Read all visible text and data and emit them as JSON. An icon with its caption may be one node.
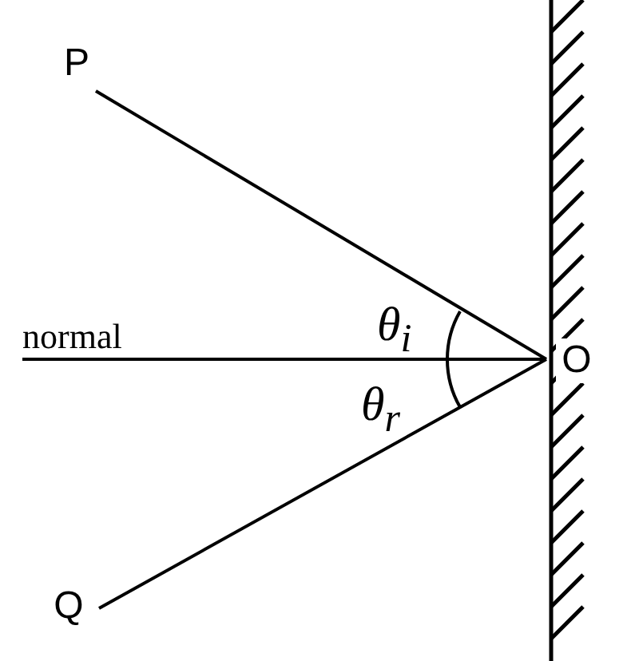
{
  "diagram": {
    "nodes": [
      {
        "text": [
          "P"
        ]
      },
      {
        "text": [
          "O"
        ]
      },
      {
        "text": [
          "Q"
        ]
      }
    ],
    "edges": [
      {
        "from": 0,
        "to": 1,
        "arrow": "none"
      },
      {
        "from": 1,
        "to": 2,
        "arrow": "none"
      },
      {
        "from": null,
        "to": 1,
        "arrow": "none",
        "label": "normal"
      }
    ],
    "labels": [
      "θ$_{i}$",
      "θ$_{r}$"
    ]
  }
}
